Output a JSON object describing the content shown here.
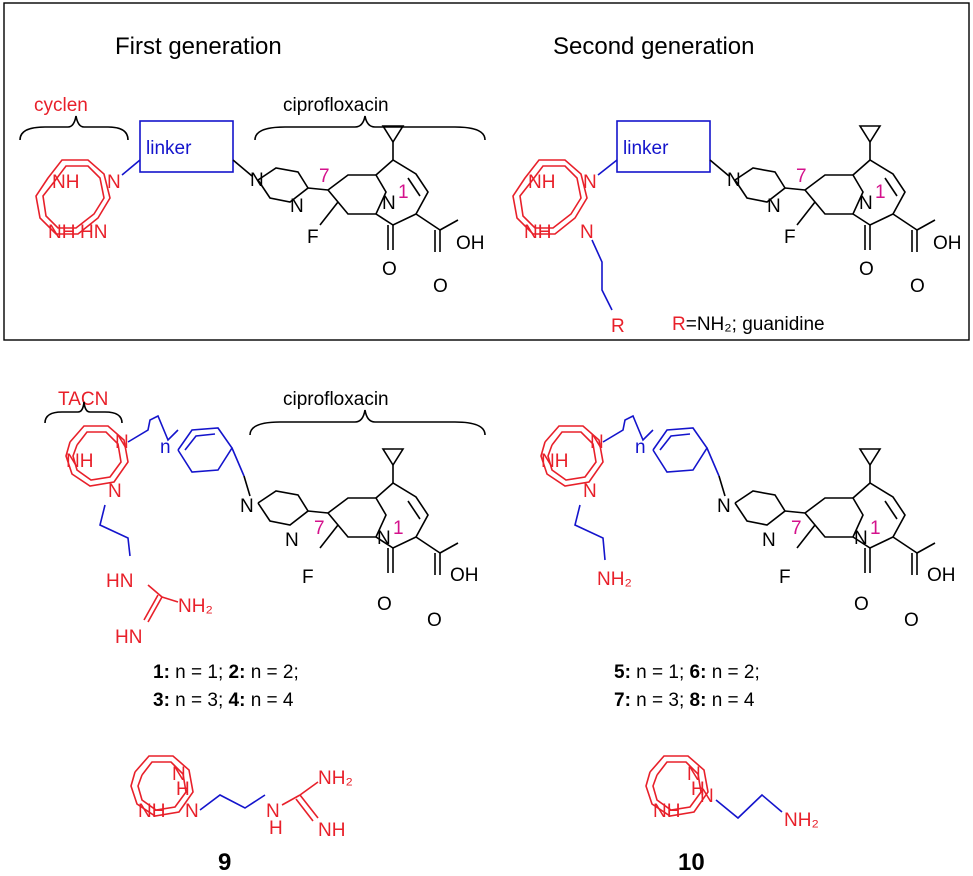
{
  "headings": {
    "first_generation": "First generation",
    "second_generation": "Second generation"
  },
  "labels": {
    "cyclen": "cyclen",
    "linker": "linker",
    "ciprofloxacin": "ciprofloxacin",
    "tacn": "TACN",
    "r_group": "R",
    "r_definition_r": "R",
    "r_definition_rest": "=NH₂; guanidine",
    "n_subscript": "n",
    "pos_7": "7",
    "pos_1": "1"
  },
  "atoms": {
    "nh": "NH",
    "hn": "HN",
    "n": "N",
    "f": "F",
    "o": "O",
    "oh": "OH",
    "nh2": "NH₂",
    "h": "H"
  },
  "compounds": {
    "left_series": {
      "line1": [
        {
          "id": "1:",
          "text": " n = 1; "
        },
        {
          "id": "2:",
          "text": " n = 2;"
        }
      ],
      "line2": [
        {
          "id": "3:",
          "text": " n = 3; "
        },
        {
          "id": "4:",
          "text": " n = 4"
        }
      ]
    },
    "right_series": {
      "line1": [
        {
          "id": "5:",
          "text": " n = 1; "
        },
        {
          "id": "6:",
          "text": " n = 2;"
        }
      ],
      "line2": [
        {
          "id": "7:",
          "text": " n = 3; "
        },
        {
          "id": "8:",
          "text": " n = 4"
        }
      ]
    },
    "compound_9": "9",
    "compound_10": "10"
  },
  "colors": {
    "macrocycle": "#e8202a",
    "linker": "#1414cc",
    "position_numbers": "#d4128c",
    "core": "#000000"
  }
}
